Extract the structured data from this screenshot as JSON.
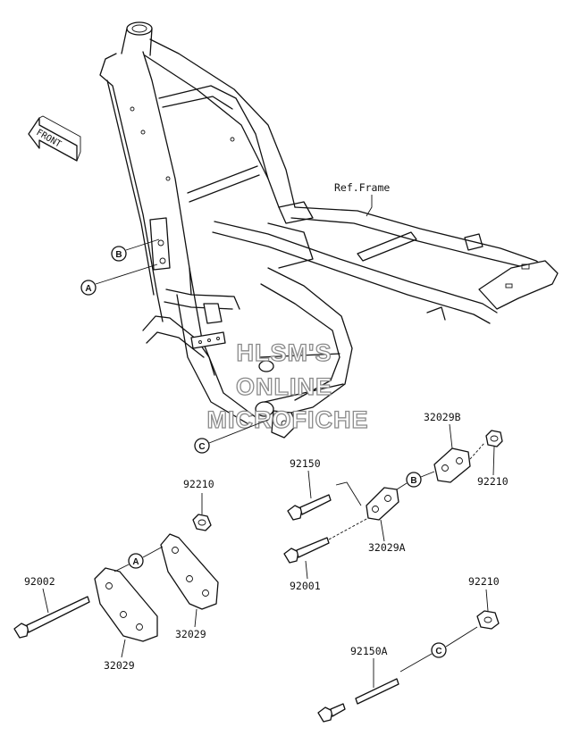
{
  "diagram": {
    "front_label": "FRONT",
    "ref_frame": "Ref.Frame",
    "watermark": [
      "HLSM'S",
      "ONLINE",
      "MICROFICHE"
    ],
    "callouts": {
      "a": "A",
      "b": "B",
      "c": "C"
    },
    "parts": {
      "p32029B": "32029B",
      "p92210_top": "92210",
      "p92150": "92150",
      "p32029A": "32029A",
      "p92001": "92001",
      "p92210_mid": "92210",
      "p92002": "92002",
      "p32029_right": "32029",
      "p32029_left": "32029",
      "p92210_bottom": "92210",
      "p92150A": "92150A"
    }
  }
}
